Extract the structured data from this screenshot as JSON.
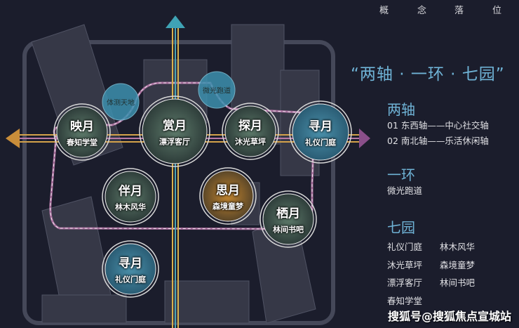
{
  "header": {
    "chars": [
      "概",
      "念",
      "落",
      "位"
    ]
  },
  "title": "“两轴 · 一环 · 七园”",
  "axes": {
    "heading": "两轴",
    "items": [
      "01 东西轴——中心社交轴",
      "02 南北轴——乐活休闲轴"
    ]
  },
  "ring": {
    "heading": "一环",
    "items": [
      "微光跑道"
    ]
  },
  "gardens": {
    "heading": "七园",
    "items": [
      "礼仪门庭",
      "林木风华",
      "沐光草坪",
      "森境童梦",
      "漂浮客厅",
      "林间书吧",
      "春知学堂"
    ]
  },
  "watermark": "搜狐号@搜狐焦点宣城站",
  "nodes": [
    {
      "name": "映月",
      "sub": "春知学堂"
    },
    {
      "name": "赏月",
      "sub": "漂浮客厅"
    },
    {
      "name": "探月",
      "sub": "沐光草坪"
    },
    {
      "name": "寻月",
      "sub": "礼仪门庭"
    },
    {
      "name": "伴月",
      "sub": "林木风华"
    },
    {
      "name": "思月",
      "sub": "森境童梦"
    },
    {
      "name": "栖月",
      "sub": "林间书吧"
    },
    {
      "name": "寻月",
      "sub": "礼仪门庭"
    }
  ],
  "bubbles": [
    "体测天地",
    "微光跑道"
  ],
  "colors": {
    "bg": "#1b1d2c",
    "accent": "#6fb3d6",
    "ew_axis": "#d4a24a",
    "ns_axis": "#d9b24e",
    "ring": "#c77fb5"
  }
}
